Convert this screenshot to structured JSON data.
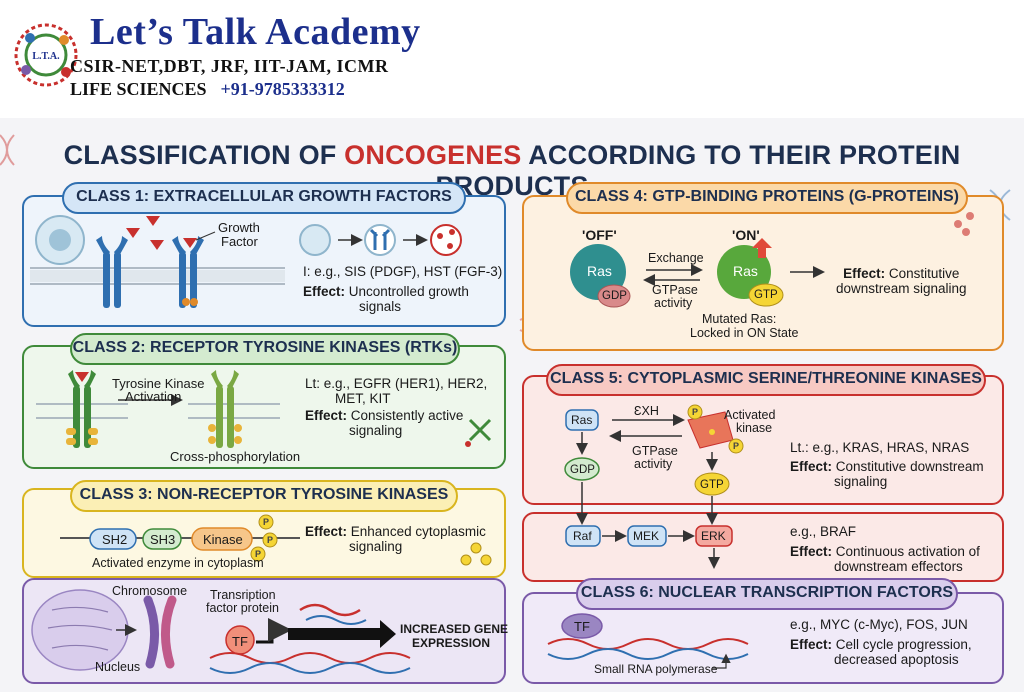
{
  "header": {
    "brand": "Let’s Talk Academy",
    "exams": "CSIR-NET,DBT, JRF, IIT-JAM, ICMR",
    "subject": "LIFE SCIENCES",
    "phone": "+91-9785333312",
    "logo_text": "L.T.A."
  },
  "title": {
    "prefix": "CLASSIFICATION OF ",
    "highlight": "ONCOGENES",
    "suffix": " ACCORDING TO THEIR PROTEIN PRODUCTS"
  },
  "class1": {
    "title": "CLASS 1: EXTRACELLULAR GROWTH FACTORS",
    "ligand_label_1": "Growth",
    "ligand_label_2": "Factor",
    "examples": "I: e.g., SIS (PDGF), HST (FGF-3)",
    "effect_label": "Effect:",
    "effect_1": "Uncontrolled growth",
    "effect_2": "signals"
  },
  "class2": {
    "title": "CLASS 2: RECEPTOR TYROSINE KINASES (RTKs)",
    "arrow_label_1": "Tyrosine Kinase",
    "arrow_label_2": "Activation",
    "bottom_label": "Cross-phosphorylation",
    "examples_1": "Lt: e.g., EGFR (HER1), HER2,",
    "examples_2": "MET, KIT",
    "effect_label": "Effect:",
    "effect_1": "Consistently active",
    "effect_2": "signaling"
  },
  "class3": {
    "title": "CLASS 3: NON-RECEPTOR TYROSINE KINASES",
    "domain_1": "SH2",
    "domain_2": "SH3",
    "domain_3": "Kinase",
    "caption": "Activated enzyme in cytoplasm",
    "effect_label": "Effect:",
    "effect_1": "Enhanced cytoplasmic",
    "effect_2": "signaling",
    "phospho": "P"
  },
  "class_tf_panel": {
    "chromosome_label": "Chromosome",
    "nucleus_label": "Nucleus",
    "tf_protein_label_1": "Transription",
    "tf_protein_label_2": "factor protein",
    "tf": "TF",
    "output_1": "INCREASED GENE",
    "output_2": "EXPRESSION"
  },
  "class4": {
    "title": "CLASS 4: GTP-BINDING PROTEINS (G-PROTEINS)",
    "off": "'OFF'",
    "on": "'ON'",
    "ras": "Ras",
    "gdp": "GDP",
    "gtp": "GTP",
    "exchange": "Exchange",
    "gtpase_1": "GTPase",
    "gtpase_2": "activity",
    "mutated_1": "Mutated Ras:",
    "mutated_2": "Locked in ON State",
    "effect_label": "Effect:",
    "effect_1": "Constitutive",
    "effect_2": "downstream signaling"
  },
  "class5": {
    "title": "CLASS 5: CYTOPLASMIC SERINE/THREONINE KINASES",
    "ras": "Ras",
    "gdp": "GDP",
    "gtp": "GTP",
    "exh": "ƐXH",
    "gtpase_1": "GTPase",
    "gtpase_2": "activity",
    "activated_1": "Activated",
    "activated_2": "kinase",
    "examples": "Lt.: e.g., KRAS, HRAS, NRAS",
    "effect_label": "Effect:",
    "effect_1": "Constitutive downstream",
    "effect_2": "signaling",
    "raf": "Raf",
    "mek": "MEK",
    "erk": "ERK",
    "examples_b": "e.g., BRAF",
    "effect_b_1": "Continuous activation of",
    "effect_b_2": "downstream effectors",
    "phospho": "P"
  },
  "class6": {
    "title": "CLASS 6: NUCLEAR TRANSCRIPTION FACTORS",
    "tf": "TF",
    "caption": "Small RNA polymerase",
    "examples": "e.g., MYC (c-Myc), FOS, JUN",
    "effect_label": "Effect:",
    "effect_1": "Cell cycle progression,",
    "effect_2": "decreased apoptosis"
  },
  "colors": {
    "class1": "#2f6fb0",
    "class2": "#3f8a3a",
    "class3": "#d9b51f",
    "class4": "#e08a2a",
    "class5": "#c8302d",
    "class6": "#7a5aa8",
    "title": "#1d2f4f",
    "accent": "#c8302d"
  }
}
